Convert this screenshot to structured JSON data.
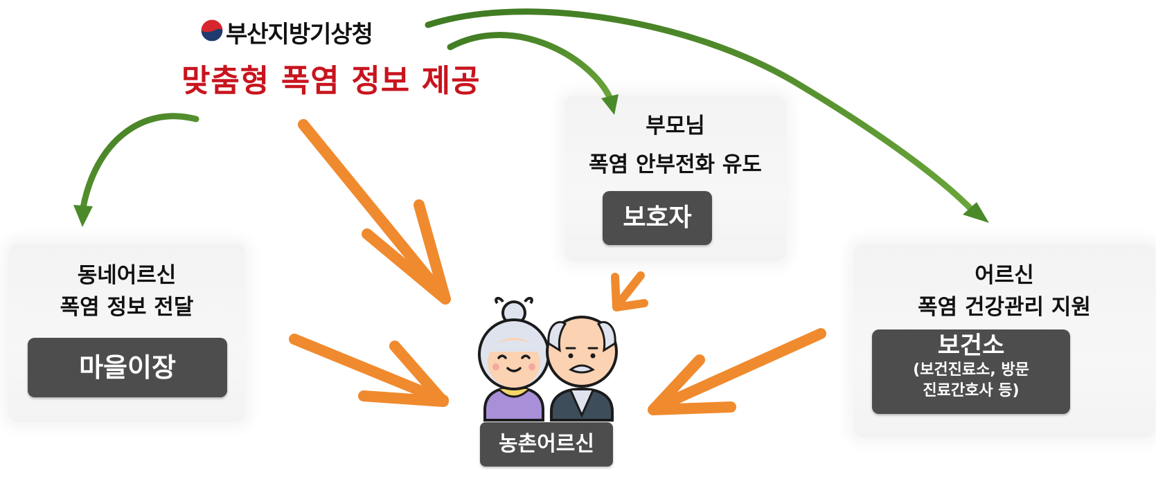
{
  "header": {
    "agency": "부산지방기상청",
    "service": "맞춤형 폭염 정보 제공"
  },
  "village_chief": {
    "caption_line1": "동네어르신",
    "caption_line2": "폭염 정보 전달",
    "role": "마을이장"
  },
  "guardian": {
    "caption_line1": "부모님",
    "caption_line2": "폭염 안부전화 유도",
    "role": "보호자"
  },
  "health_center": {
    "caption_line1": "어르신",
    "caption_line2": "폭염 건강관리 지원",
    "role": "보건소",
    "role_detail_line1": "(보건진료소, 방문",
    "role_detail_line2": "진료간호사 등)"
  },
  "center": {
    "label": "농촌어르신"
  },
  "colors": {
    "green_arrow": "#4a8a2a",
    "orange_arrow": "#f08a2e",
    "service_text": "#c8141e",
    "role_box": "#4d4d4d",
    "logo_red": "#d7262d",
    "logo_navy": "#1f3a6e"
  }
}
